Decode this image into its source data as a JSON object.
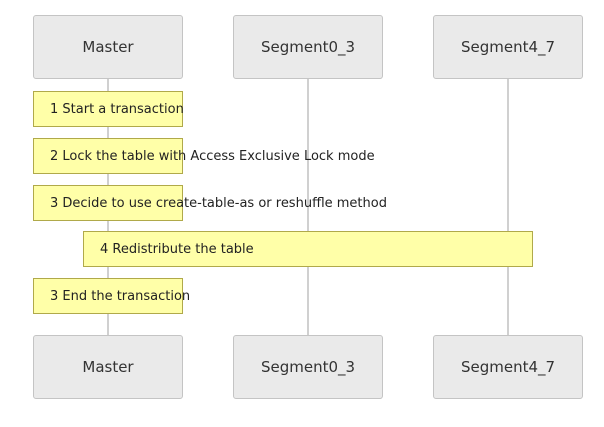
{
  "participants": [
    "Master",
    "Segment0_3",
    "Segment4_7"
  ],
  "notes": [
    "1 Start a transaction",
    "2 Lock the table with Access Exclusive Lock mode",
    "3 Decide to use create-table-as or reshuffle method",
    "4 Redistribute the table",
    "3 End the transaction"
  ],
  "colors": {
    "actor_fill": "#eaeaea",
    "actor_border": "#c4c4c4",
    "note_fill": "#ffffa8",
    "note_border": "#b0a94a",
    "lifeline": "#d0d0d0"
  }
}
